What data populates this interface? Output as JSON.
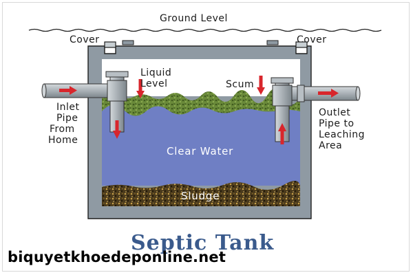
{
  "labels": {
    "ground_level": "Ground Level",
    "cover_left": "Cover",
    "cover_right": "Cover",
    "liquid_level_1": "Liquid",
    "liquid_level_2": "Level",
    "scum": "Scum",
    "inlet_1": "Inlet",
    "inlet_2": "Pipe",
    "inlet_3": "From",
    "inlet_4": "Home",
    "outlet_1": "Outlet",
    "outlet_2": "Pipe to",
    "outlet_3": "Leaching",
    "outlet_4": "Area",
    "clear_water": "Clear Water",
    "sludge": "Sludge",
    "title": "Septic Tank",
    "watermark": "biquyetkhoedeponline.net"
  },
  "colors": {
    "tank_wall": "#8f9aa3",
    "water": "#6f7fc4",
    "scum": "#6a8a3a",
    "sludge": "#4a3a1c",
    "arrow": "#d8262c",
    "pipe": "#a9b0b5",
    "title": "#3a5a8c"
  }
}
